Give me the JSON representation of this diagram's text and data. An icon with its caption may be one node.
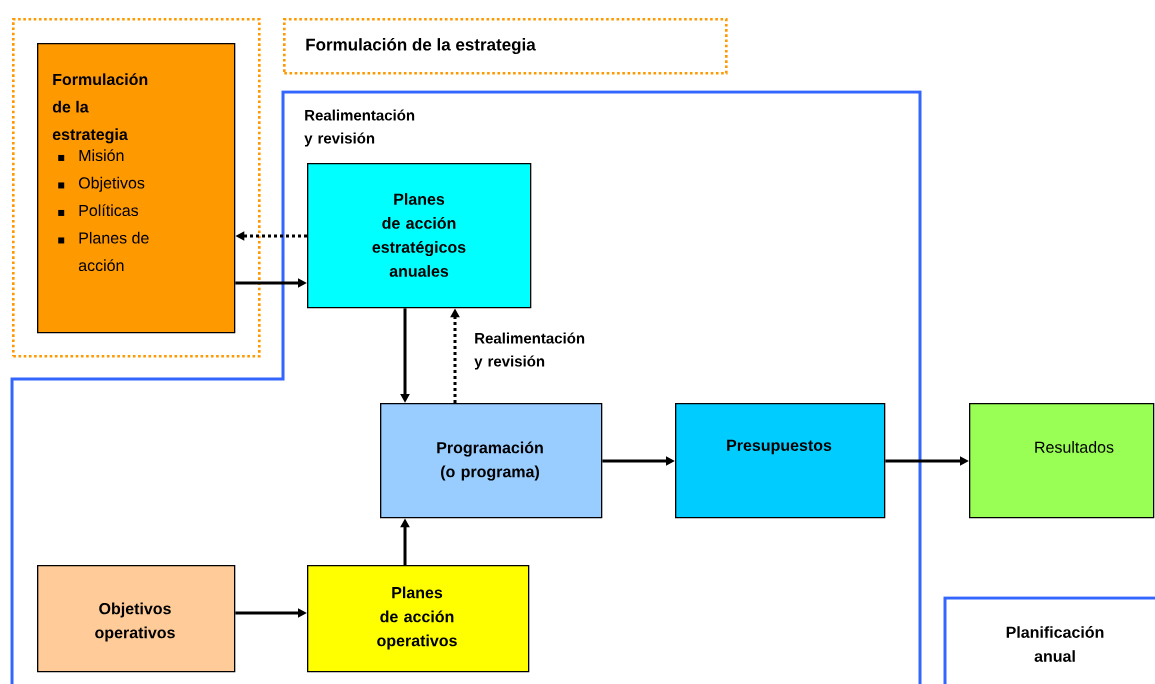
{
  "diagram": {
    "nodes": [
      {
        "text": [],
        "shape": "box"
      },
      {
        "text": [
          "Formulación de la estrategia",
          "Misión",
          "Objetivos",
          "Políticas",
          "Planes de acción"
        ],
        "in": 0
      },
      {
        "text": [
          "Formulación de la estrategia"
        ]
      },
      {
        "text": [
          "Planes de acción estratégicos anuales"
        ]
      },
      {
        "text": [
          "Programación (o programa)"
        ]
      },
      {
        "text": [
          "Presupuestos"
        ]
      },
      {
        "text": [
          "Resultados"
        ]
      },
      {
        "text": [
          "Objetivos operativos"
        ]
      },
      {
        "text": [
          "Planes de acción operativos"
        ]
      },
      {
        "text": [
          "Planificación anual"
        ]
      }
    ],
    "edges": [
      {
        "from": 3,
        "to": 1,
        "arrow": "to",
        "style": "dashed"
      },
      {
        "from": 1,
        "to": 3,
        "arrow": "to"
      },
      {
        "from": 3,
        "to": 4,
        "arrow": "to"
      },
      {
        "from": 4,
        "to": 3,
        "arrow": "to",
        "style": "dashed",
        "label": "Realimentación y revisión"
      },
      {
        "from": 4,
        "to": 5,
        "arrow": "to"
      },
      {
        "from": 5,
        "to": 6,
        "arrow": "to"
      },
      {
        "from": 7,
        "to": 8,
        "arrow": "to"
      },
      {
        "from": 8,
        "to": 4,
        "arrow": "to"
      }
    ],
    "labels": [
      "Realimentación y revisión"
    ]
  }
}
